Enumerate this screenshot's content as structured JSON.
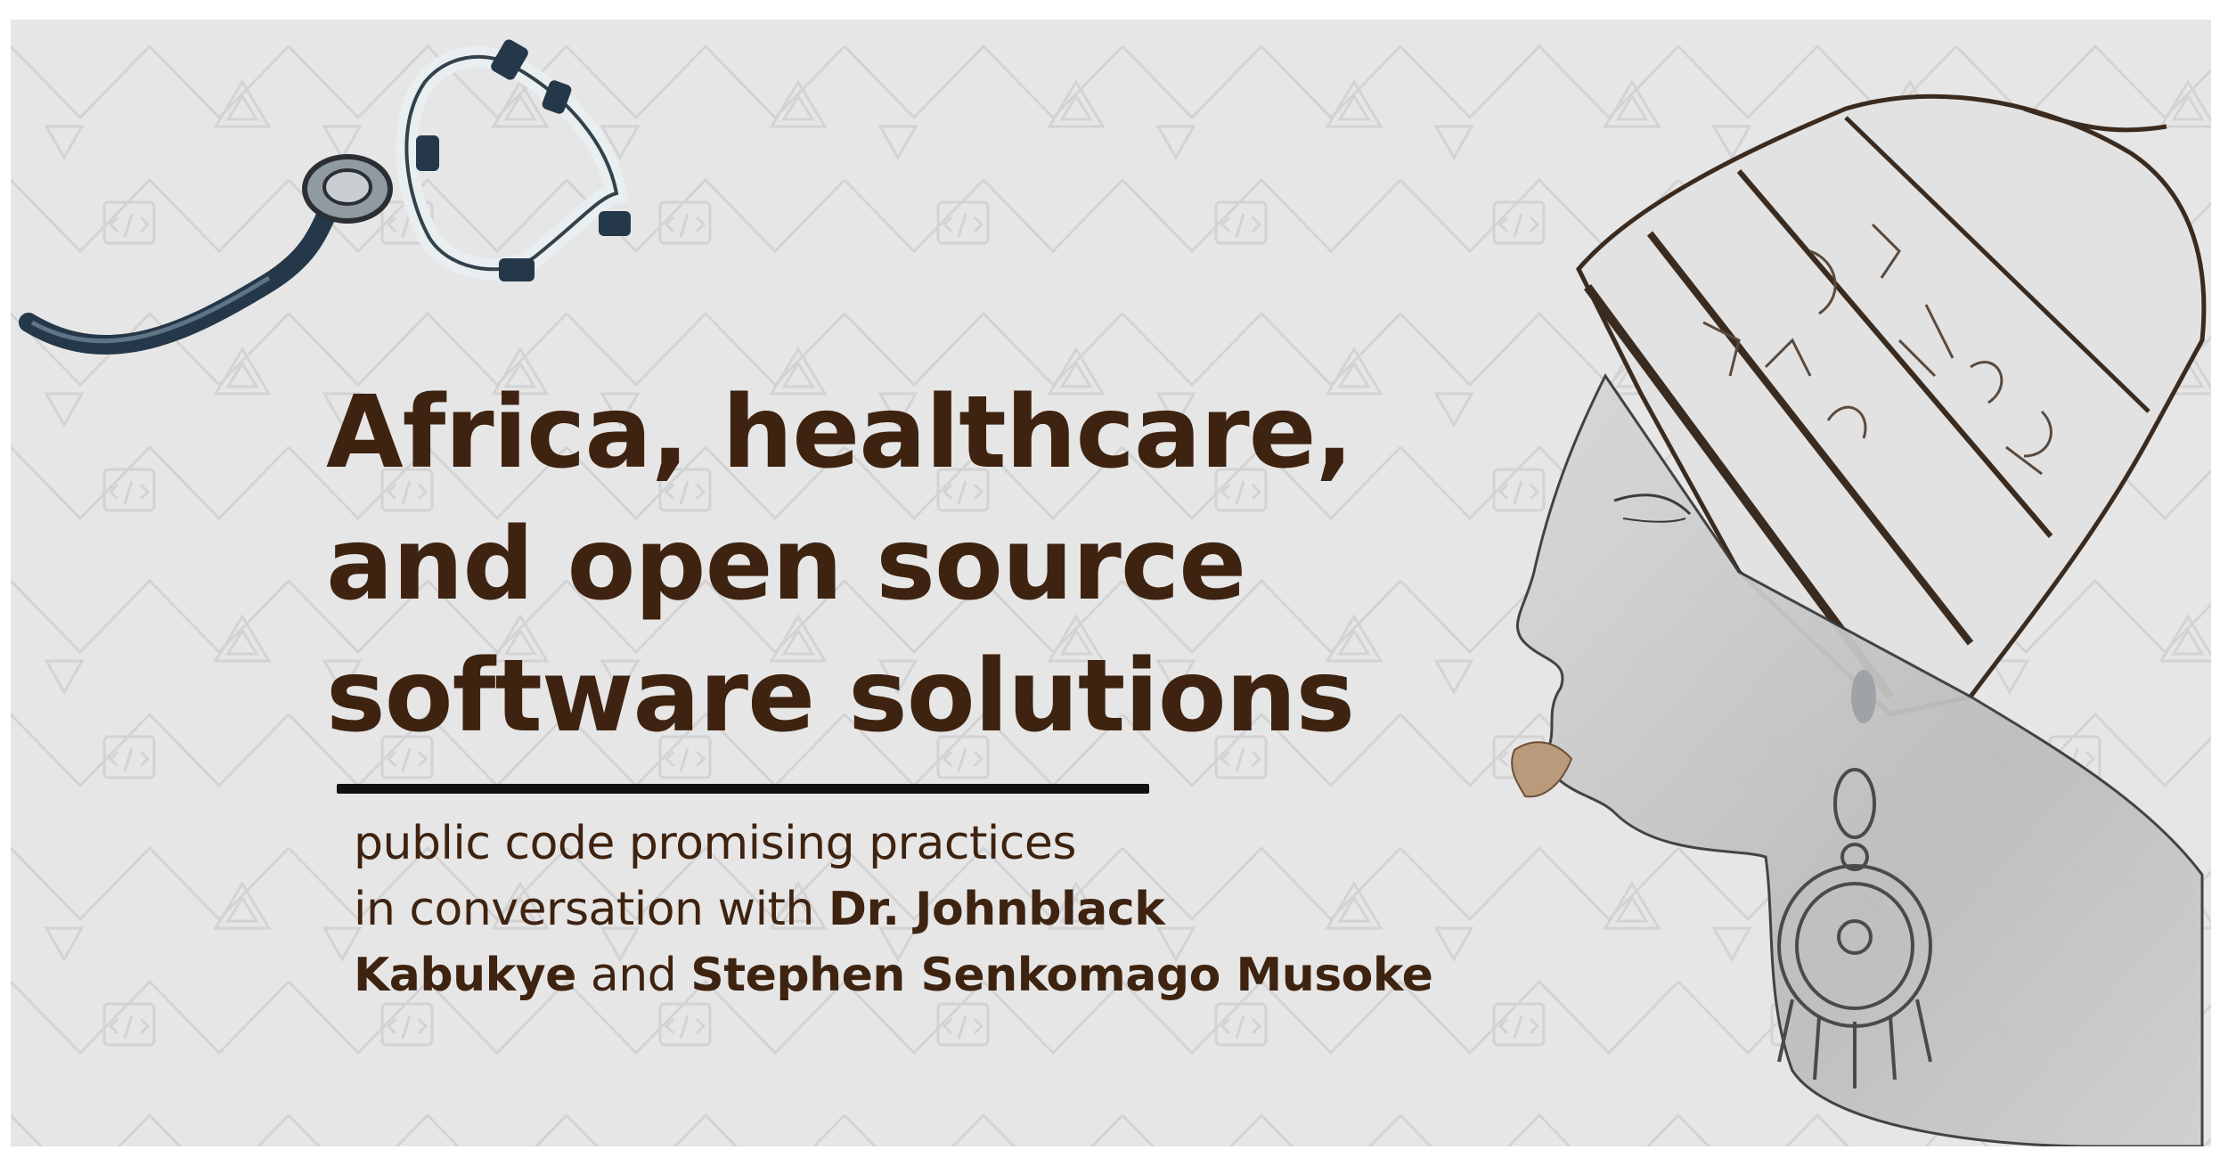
{
  "banner": {
    "title_lines": [
      "Africa, healthcare,",
      "and open source",
      "software solutions"
    ],
    "subtitle": {
      "line1": "public code promising practices",
      "line2_prefix": "in conversation with ",
      "guest1_first": "Dr. Johnblack",
      "guest1_last": "Kabukye",
      "connector": " and ",
      "guest2": "Stephen Senkomago Musoke"
    }
  },
  "illustrations": {
    "top_left": "stethoscope-illustration",
    "right": "woman-profile-portrait-illustration",
    "background": "african-geometric-pattern-with-code-brackets"
  },
  "colors": {
    "title_text": "#3e2310",
    "background": "#e6e6e6",
    "pattern_stroke": "#cfcfcf",
    "rule": "#111111",
    "stethoscope_tube": "#24384a",
    "lips": "#b99a7a"
  }
}
